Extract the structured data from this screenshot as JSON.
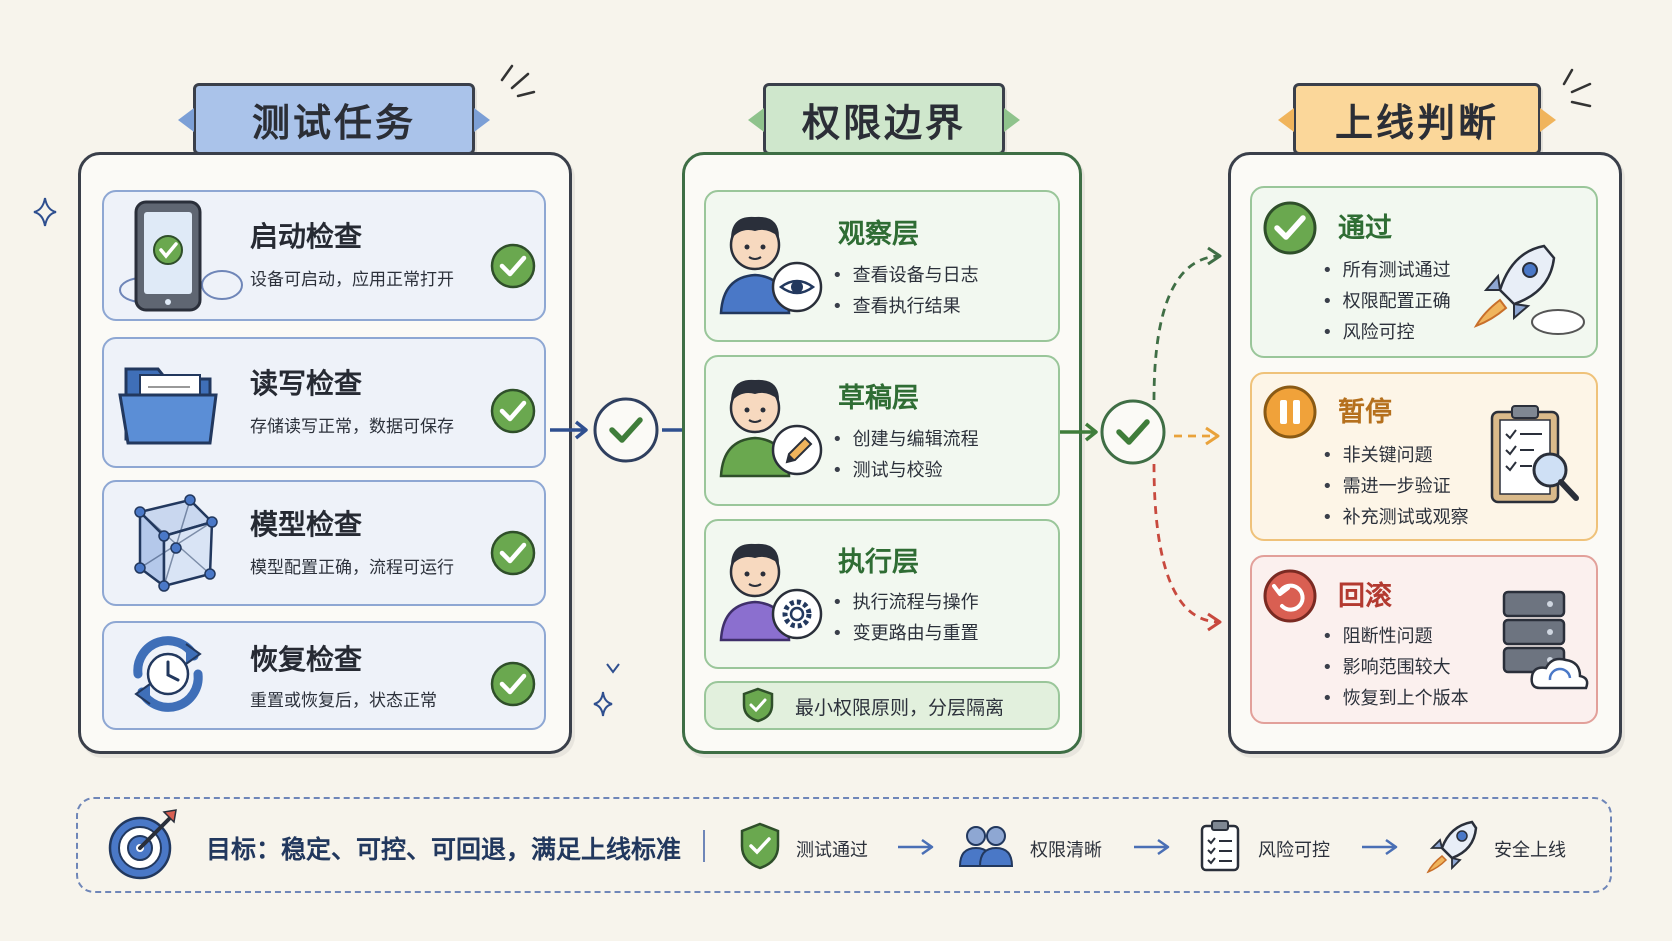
{
  "columns": {
    "tasks": {
      "title": "测试任务",
      "items": [
        {
          "title": "启动检查",
          "desc": "设备可启动，应用正常打开"
        },
        {
          "title": "读写检查",
          "desc": "存储读写正常，数据可保存"
        },
        {
          "title": "模型检查",
          "desc": "模型配置正确，流程可运行"
        },
        {
          "title": "恢复检查",
          "desc": "重置或恢复后，状态正常"
        }
      ]
    },
    "permissions": {
      "title": "权限边界",
      "layers": [
        {
          "title": "观察层",
          "bullets": [
            "查看设备与日志",
            "查看执行结果"
          ]
        },
        {
          "title": "草稿层",
          "bullets": [
            "创建与编辑流程",
            "测试与校验"
          ]
        },
        {
          "title": "执行层",
          "bullets": [
            "执行流程与操作",
            "变更路由与重置"
          ]
        }
      ],
      "principle": "最小权限原则，分层隔离"
    },
    "decision": {
      "title": "上线判断",
      "outcomes": [
        {
          "title": "通过",
          "bullets": [
            "所有测试通过",
            "权限配置正确",
            "风险可控"
          ]
        },
        {
          "title": "暂停",
          "bullets": [
            "非关键问题",
            "需进一步验证",
            "补充测试或观察"
          ]
        },
        {
          "title": "回滚",
          "bullets": [
            "阻断性问题",
            "影响范围较大",
            "恢复到上个版本"
          ]
        }
      ]
    }
  },
  "bottom": {
    "goal": "目标：稳定、可控、可回退，满足上线标准",
    "steps": [
      "测试通过",
      "权限清晰",
      "风险可控",
      "安全上线"
    ]
  },
  "colors": {
    "blue": "#2f4f8f",
    "green": "#5f9e4f",
    "orange": "#e9a23b",
    "red": "#c8493e"
  }
}
